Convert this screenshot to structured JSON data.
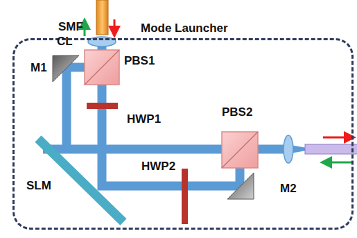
{
  "diagram": {
    "nodes": [
      {
        "text": [
          "Mode Launcher"
        ]
      }
    ],
    "labels": [
      "SMF",
      "CL",
      "M1",
      "PBS1",
      "HWP1",
      "PBS2",
      "SLM",
      "HWP2",
      "M2"
    ]
  }
}
